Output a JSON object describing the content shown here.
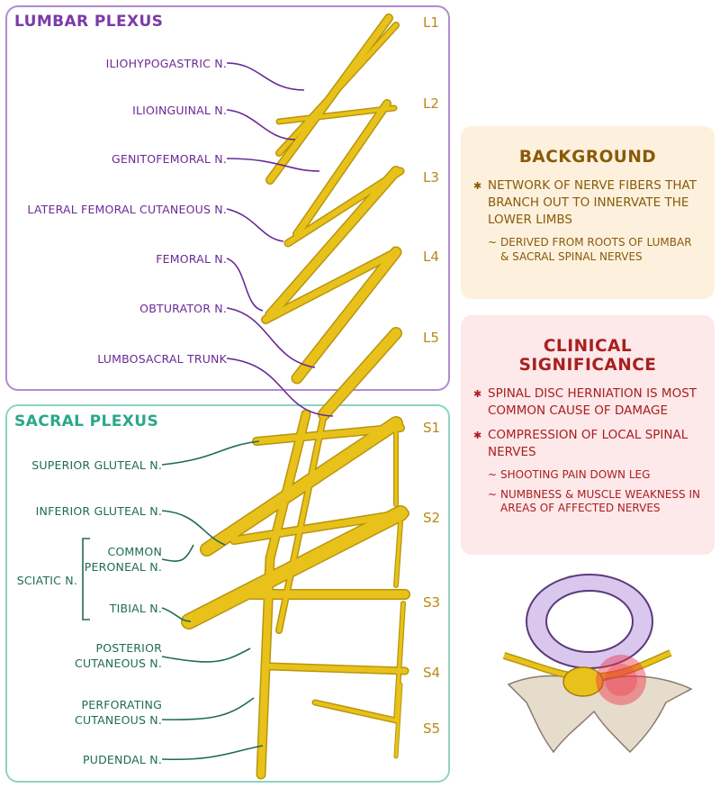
{
  "lumbar": {
    "title": "Lumbar Plexus",
    "labels": [
      "Iliohypogastric n.",
      "Ilioinguinal n.",
      "Genitofemoral n.",
      "Lateral Femoral Cutaneous n.",
      "Femoral n.",
      "Obturator n.",
      "Lumbosacral Trunk"
    ],
    "levels": [
      "L1",
      "L2",
      "L3",
      "L4",
      "L5"
    ]
  },
  "sacral": {
    "title": "Sacral Plexus",
    "labels": [
      "Superior Gluteal n.",
      "Inferior Gluteal n.",
      "Common",
      "Peroneal n.",
      "Sciatic n.",
      "Tibial n.",
      "Posterior",
      "Cutaneous n.",
      "Perforating",
      "Cutaneous n.",
      "Pudendal n."
    ],
    "levels": [
      "S1",
      "S2",
      "S3",
      "S4",
      "S5"
    ]
  },
  "background": {
    "title": "Background",
    "bullet": "Network of nerve fibers that branch out to innervate the lower limbs",
    "sub": "Derived from roots of lumbar & sacral spinal nerves"
  },
  "clinical": {
    "title": "Clinical Significance",
    "bullets": [
      "Spinal disc herniation is most common cause of damage",
      "Compression of local spinal nerves"
    ],
    "subs": [
      "Shooting pain down leg",
      "Numbness & muscle weakness in areas of affected nerves"
    ]
  },
  "colors": {
    "nerve": "#e8c21a",
    "nerve_outline": "#b8950c",
    "lumbar_accent": "#7b3aa8",
    "sacral_accent": "#2aa88a",
    "background_box": "#fdf1de",
    "clinical_box": "#fde8ea"
  }
}
